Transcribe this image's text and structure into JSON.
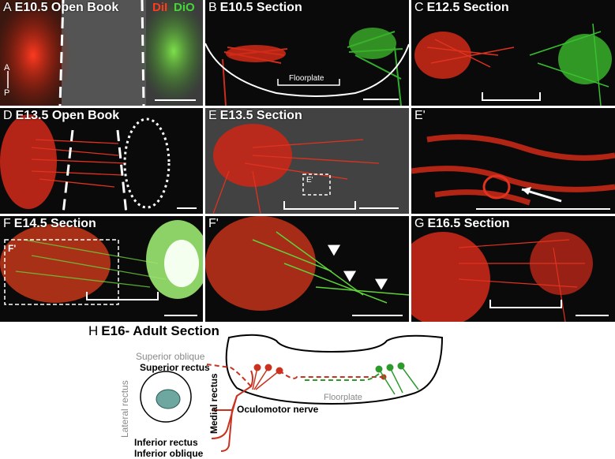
{
  "panels": {
    "A": {
      "letter": "A",
      "title": "E10.5 Open Book",
      "dii": "DiI",
      "dio": "DiO",
      "axis_a": "A",
      "axis_p": "P"
    },
    "B": {
      "letter": "B",
      "title": "E10.5 Section",
      "floorplate": "Floorplate"
    },
    "C": {
      "letter": "C",
      "title": "E12.5 Section"
    },
    "D": {
      "letter": "D",
      "title": "E13.5 Open Book"
    },
    "E": {
      "letter": "E",
      "title": "E13.5 Section",
      "inset": "E'"
    },
    "E2": {
      "letter": "E'",
      "title": ""
    },
    "F": {
      "letter": "F",
      "title": "E14.5 Section",
      "inset": "F'"
    },
    "F2": {
      "letter": "F'",
      "title": ""
    },
    "G": {
      "letter": "G",
      "title": "E16.5 Section"
    }
  },
  "diagram": {
    "letter": "H",
    "title": "E16- Adult Section",
    "superior_oblique": "Superior oblique",
    "superior_rectus": "Superior rectus",
    "lateral_rectus": "Lateral rectus",
    "medial_rectus": "Medial rectus",
    "inferior_rectus": "Inferior rectus",
    "inferior_oblique": "Inferior oblique",
    "oculomotor_nerve": "Oculomotor nerve",
    "floorplate": "Floorplate"
  },
  "colors": {
    "red": "#e0321e",
    "green": "#38c030",
    "nerve_red": "#c8321e",
    "nerve_green": "#2e9a2e"
  }
}
